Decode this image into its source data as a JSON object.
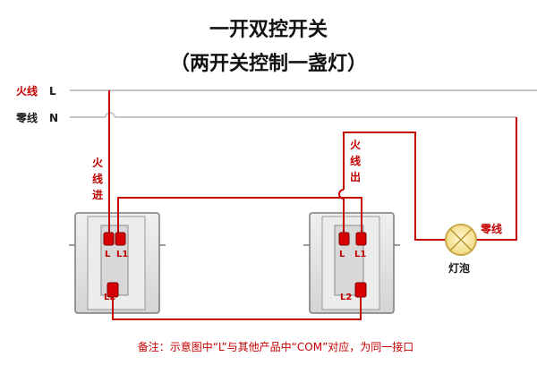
{
  "title": "一开双控开关",
  "subtitle": "（两开关控制一盏灯）",
  "lines": {
    "live_label": "火线",
    "live_code": "L",
    "neutral_label": "零线",
    "neutral_code": "N"
  },
  "switch_left": {
    "wire_label": [
      "火",
      "线",
      "进"
    ],
    "terminals": {
      "l": "L",
      "l1": "L1",
      "l2": "L2"
    }
  },
  "switch_right": {
    "wire_label": [
      "火",
      "线",
      "出"
    ],
    "terminals": {
      "l": "L",
      "l1": "L1",
      "l2": "L2"
    }
  },
  "lamp": {
    "neutral_label": "零线",
    "label": "灯泡"
  },
  "note": "备注：示意图中“L”与其他产品中“COM”对应，为同一接口",
  "colors": {
    "wire": "#c40000",
    "line": "#c8c8c8",
    "switch_body": "#e6e6e6",
    "switch_border": "#7a7a7a",
    "terminal": "#d80000",
    "lamp": "#f6e39a"
  }
}
